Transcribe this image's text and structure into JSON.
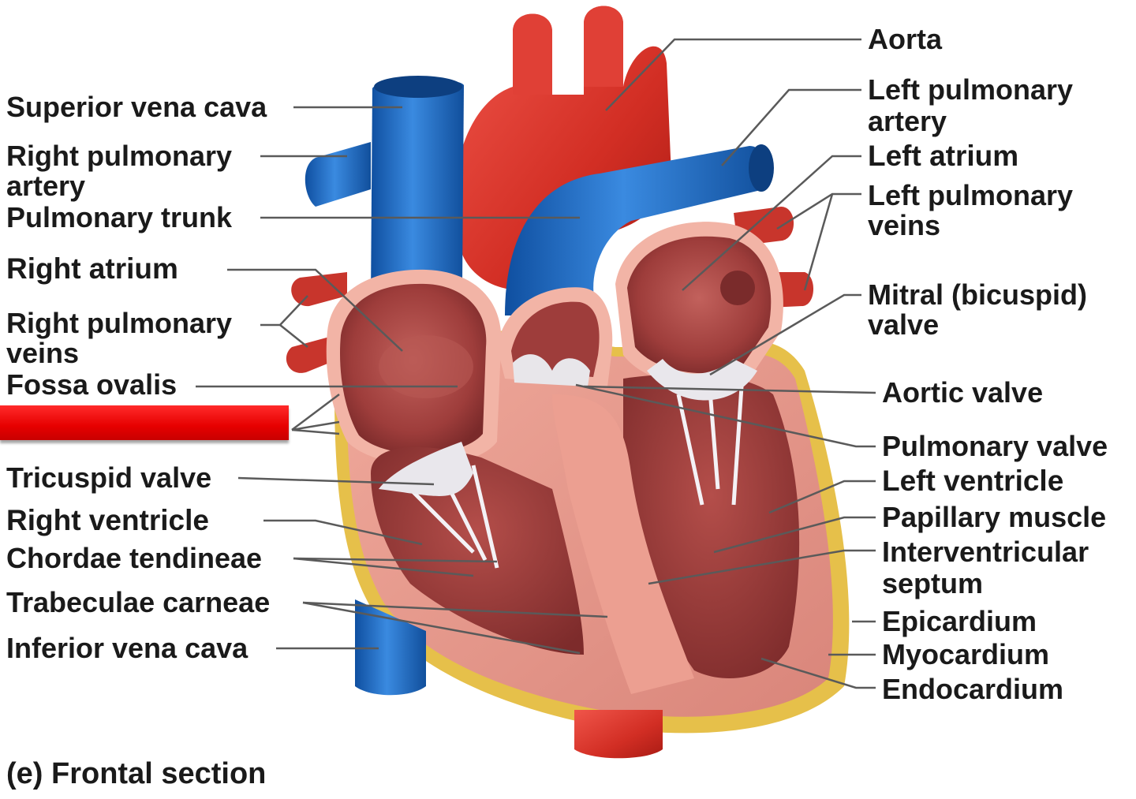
{
  "labels_left": [
    {
      "id": "superior-vena-cava",
      "text": "Superior vena cava",
      "bold": false
    },
    {
      "id": "right-pulmonary-artery",
      "text": "Right pulmonary\nartery",
      "bold": false
    },
    {
      "id": "pulmonary-trunk",
      "text": "Pulmonary trunk",
      "bold": false
    },
    {
      "id": "right-atrium",
      "text": "Right atrium",
      "bold": true
    },
    {
      "id": "right-pulmonary-veins",
      "text": "Right pulmonary\nveins",
      "bold": false
    },
    {
      "id": "fossa-ovalis",
      "text": "Fossa ovalis",
      "bold": false
    },
    {
      "id": "tricuspid-valve",
      "text": "Tricuspid valve",
      "bold": false
    },
    {
      "id": "right-ventricle",
      "text": "Right ventricle",
      "bold": true
    },
    {
      "id": "chordae-tendineae",
      "text": "Chordae tendineae",
      "bold": false
    },
    {
      "id": "trabeculae-carneae",
      "text": "Trabeculae carneae",
      "bold": false
    },
    {
      "id": "inferior-vena-cava",
      "text": "Inferior vena cava",
      "bold": false
    }
  ],
  "labels_right": [
    {
      "id": "aorta",
      "text": "Aorta",
      "bold": false
    },
    {
      "id": "left-pulmonary-artery",
      "text": "Left pulmonary\nartery",
      "bold": false
    },
    {
      "id": "left-atrium",
      "text": "Left atrium",
      "bold": true
    },
    {
      "id": "left-pulmonary-veins",
      "text": "Left pulmonary\nveins",
      "bold": false
    },
    {
      "id": "mitral-valve",
      "text": "Mitral (bicuspid)\nvalve",
      "bold": false
    },
    {
      "id": "aortic-valve",
      "text": "Aortic valve",
      "bold": false
    },
    {
      "id": "pulmonary-valve",
      "text": "Pulmonary valve",
      "bold": false
    },
    {
      "id": "left-ventricle",
      "text": "Left ventricle",
      "bold": true
    },
    {
      "id": "papillary-muscle",
      "text": "Papillary muscle",
      "bold": false
    },
    {
      "id": "interventricular-septum",
      "text": "Interventricular\nseptum",
      "bold": false
    },
    {
      "id": "epicardium",
      "text": "Epicardium",
      "bold": false
    },
    {
      "id": "myocardium",
      "text": "Myocardium",
      "bold": false
    },
    {
      "id": "endocardium",
      "text": "Endocardium",
      "bold": false
    }
  ],
  "caption": "(e) Frontal section",
  "colors": {
    "vein_blue": "#1f6fc4",
    "artery_red": "#d9332a",
    "muscle_pink": "#e8988a",
    "chamber_dark": "#9a3b3a",
    "fat_yellow": "#e8c24a",
    "leader_line": "#5a5a5a",
    "redaction_bar": "#e60000"
  }
}
